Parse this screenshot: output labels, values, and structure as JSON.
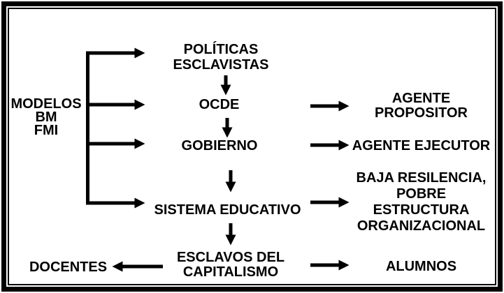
{
  "diagram": {
    "colors": {
      "ink": "#000000",
      "paper": "#ffffff"
    },
    "source": {
      "lines": [
        "MODELOS",
        "BM",
        "FMI"
      ]
    },
    "chain": {
      "politicas_esclavistas": [
        "POLÍTICAS",
        "ESCLAVISTAS"
      ],
      "ocde": "OCDE",
      "gobierno": "GOBIERNO",
      "sistema_educativo": "SISTEMA EDUCATIVO",
      "esclavos_del_capitalismo": [
        "ESCLAVOS DEL",
        "CAPITALISMO"
      ]
    },
    "outcomes": {
      "agente_propositor": [
        "AGENTE",
        "PROPOSITOR"
      ],
      "agente_ejecutor": "AGENTE EJECUTOR",
      "baja_resilencia": [
        "BAJA RESILENCIA,",
        "POBRE",
        "ESTRUCTURA",
        "ORGANIZACIONAL"
      ],
      "alumnos": "ALUMNOS",
      "docentes": "DOCENTES"
    }
  }
}
